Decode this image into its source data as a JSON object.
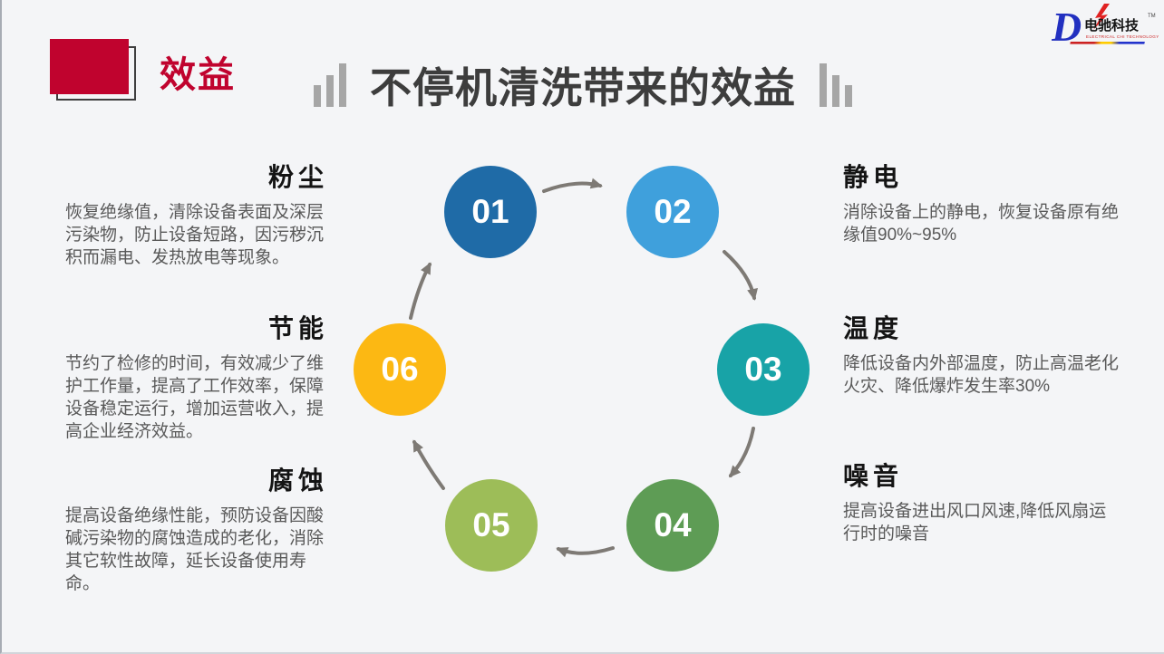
{
  "slide": {
    "corner": {
      "label": "效益",
      "accent_color": "#c0032e"
    },
    "header": {
      "title": "不停机清洗带来的效益",
      "title_color": "#3d3d3d"
    },
    "logo": {
      "brand": "电驰科技",
      "subtitle": "ELECTRICAL CHI TECHNOLOGY",
      "tm": "TM",
      "blue": "#2230c0",
      "red": "#e02222"
    },
    "cycle": {
      "arrow_color": "#7e7a75",
      "steps": [
        {
          "num": "01",
          "color": "#1f6ba7"
        },
        {
          "num": "02",
          "color": "#3fa0dc"
        },
        {
          "num": "03",
          "color": "#18a3a7"
        },
        {
          "num": "04",
          "color": "#5e9c55"
        },
        {
          "num": "05",
          "color": "#9dbd58"
        },
        {
          "num": "06",
          "color": "#fcb813"
        }
      ]
    },
    "benefits_left": [
      {
        "heading": "粉尘",
        "body": "恢复绝缘值，清除设备表面及深层污染物，防止设备短路，因污秽沉积而漏电、发热放电等现象。"
      },
      {
        "heading": "节能",
        "body": "节约了检修的时间，有效减少了维护工作量，提高了工作效率，保障设备稳定运行，增加运营收入，提高企业经济效益。"
      },
      {
        "heading": "腐蚀",
        "body": "提高设备绝缘性能，预防设备因酸碱污染物的腐蚀造成的老化，消除其它软性故障，延长设备使用寿命。"
      }
    ],
    "benefits_right": [
      {
        "heading": "静电",
        "body": "消除设备上的静电，恢复设备原有绝缘值90%~95%"
      },
      {
        "heading": "温度",
        "body": "降低设备内外部温度，防止高温老化火灾、降低爆炸发生率30%"
      },
      {
        "heading": "噪音",
        "body": "提高设备进出风口风速,降低风扇运行时的噪音"
      }
    ]
  }
}
